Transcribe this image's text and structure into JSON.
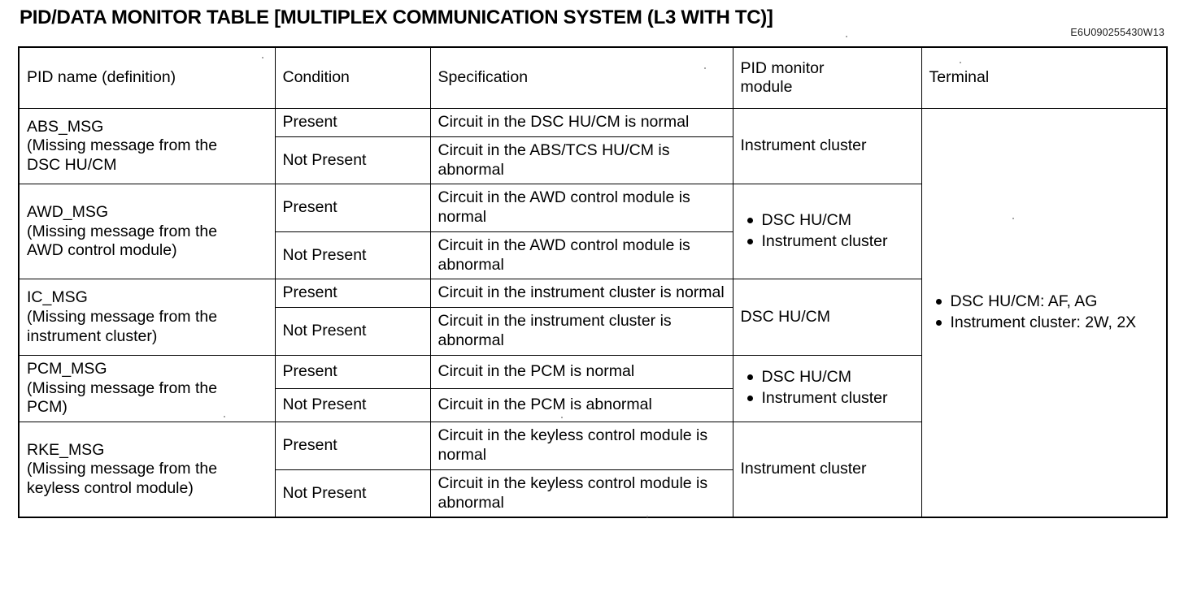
{
  "document": {
    "title": "PID/DATA MONITOR TABLE [MULTIPLEX COMMUNICATION SYSTEM (L3 WITH TC)]",
    "reference_code": "E6U090255430W13"
  },
  "table": {
    "headers": {
      "pid_name": "PID name (definition)",
      "condition": "Condition",
      "specification": "Specification",
      "pid_monitor_module_line1": "PID monitor",
      "pid_monitor_module_line2": "module",
      "terminal": "Terminal"
    },
    "rows": [
      {
        "pid_name_line1": "ABS_MSG",
        "pid_name_line2": "(Missing message from the",
        "pid_name_line3": "DSC HU/CM",
        "conditions": [
          "Present",
          "Not Present"
        ],
        "specifications": [
          "Circuit in the DSC HU/CM is normal",
          "Circuit in the ABS/TCS HU/CM is abnormal"
        ],
        "monitor_module_text": "Instrument cluster",
        "monitor_module_bullets": []
      },
      {
        "pid_name_line1": "AWD_MSG",
        "pid_name_line2": "(Missing message from the",
        "pid_name_line3": "AWD control module)",
        "conditions": [
          "Present",
          "Not Present"
        ],
        "specifications": [
          "Circuit in the AWD control module is normal",
          "Circuit in the AWD control module is abnormal"
        ],
        "monitor_module_text": "",
        "monitor_module_bullets": [
          "DSC HU/CM",
          "Instrument cluster"
        ]
      },
      {
        "pid_name_line1": "IC_MSG",
        "pid_name_line2": "(Missing message from the",
        "pid_name_line3": "instrument cluster)",
        "conditions": [
          "Present",
          "Not Present"
        ],
        "specifications": [
          "Circuit in the instrument cluster is normal",
          "Circuit in the instrument cluster is abnormal"
        ],
        "monitor_module_text": "DSC HU/CM",
        "monitor_module_bullets": []
      },
      {
        "pid_name_line1": "PCM_MSG",
        "pid_name_line2": "(Missing message from the",
        "pid_name_line3": "PCM)",
        "conditions": [
          "Present",
          "Not Present"
        ],
        "specifications": [
          "Circuit in the PCM is normal",
          "Circuit in the PCM is abnormal"
        ],
        "monitor_module_text": "",
        "monitor_module_bullets": [
          "DSC HU/CM",
          "Instrument cluster"
        ]
      },
      {
        "pid_name_line1": "RKE_MSG",
        "pid_name_line2": "(Missing message from the",
        "pid_name_line3": "keyless control module)",
        "conditions": [
          "Present",
          "Not Present"
        ],
        "specifications": [
          "Circuit in the keyless control module is normal",
          "Circuit in the keyless control module is abnormal"
        ],
        "monitor_module_text": "Instrument cluster",
        "monitor_module_bullets": []
      }
    ],
    "terminal": {
      "bullets": [
        "DSC HU/CM: AF, AG",
        "Instrument cluster: 2W, 2X"
      ]
    }
  }
}
